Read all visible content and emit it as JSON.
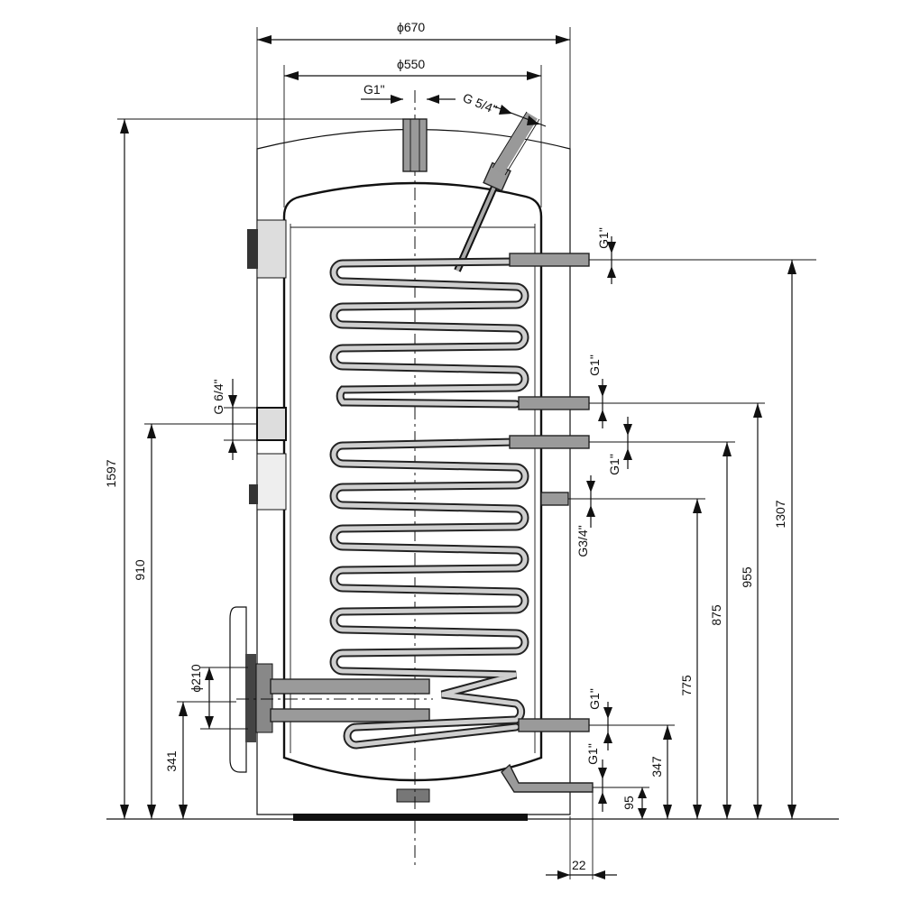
{
  "diagram": {
    "dimensions": {
      "outer_diameter": "ϕ670",
      "inner_diameter": "ϕ550",
      "top_left_thread": "G1\"",
      "top_right_thread": "G 5/4\"",
      "total_height": "1597",
      "sensor_port_height": "910",
      "sensor_port_thread": "G 6/4\"",
      "flange_height": "341",
      "flange_diameter": "ϕ210",
      "coil1_top_height": "1307",
      "coil1_top_thread": "G1\"",
      "coil1_bottom_thread": "G1\"",
      "coil1_bottom_height": "955",
      "coil2_top_thread": "G1\"",
      "coil2_top_height": "875",
      "side_port_thread": "G3/4\"",
      "side_port_height": "775",
      "coil2_bottom_thread": "G1\"",
      "coil2_bottom_height": "347",
      "bottom_outlet_thread": "G1\"",
      "bottom_outlet_height": "95",
      "bottom_outlet_offset": "22"
    }
  }
}
